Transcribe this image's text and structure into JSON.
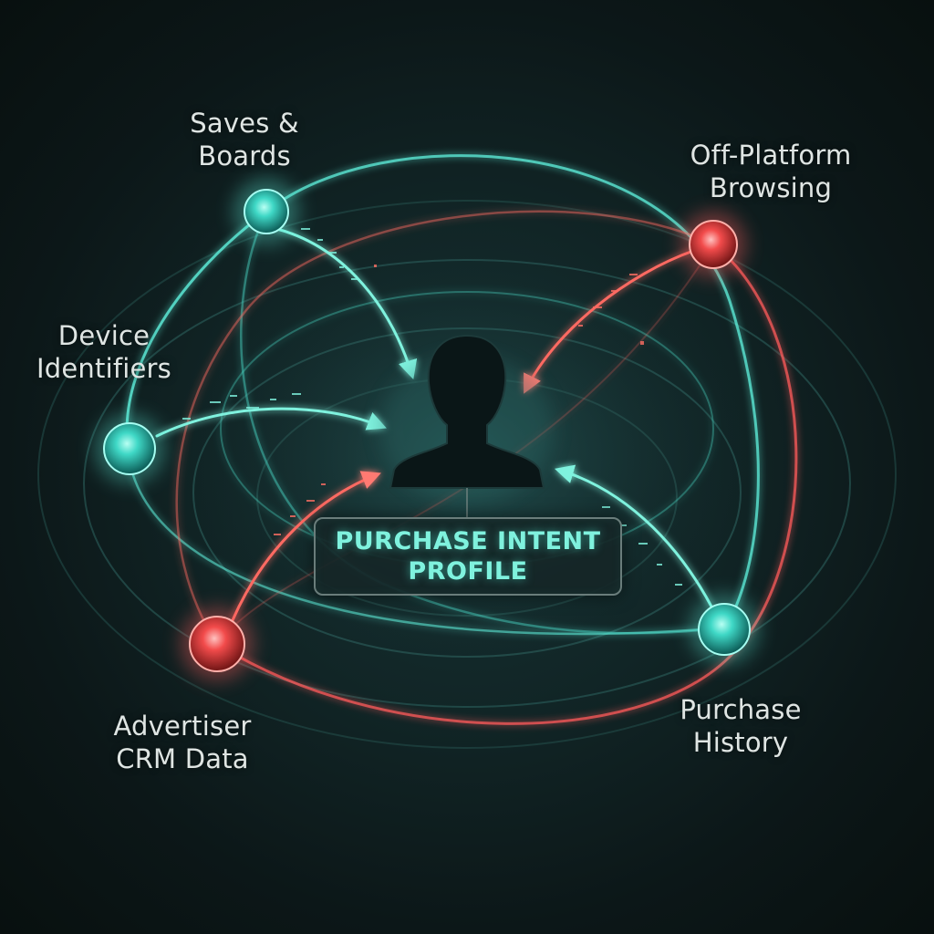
{
  "colors": {
    "teal": "#5ef0dc",
    "red": "#ff5a5a",
    "background": "#0d1a1b",
    "label_text": "#dfe5e3"
  },
  "center": {
    "icon": "person-silhouette-icon",
    "label_line1": "PURCHASE INTENT",
    "label_line2": "PROFILE"
  },
  "nodes": [
    {
      "id": "saves",
      "line1": "Saves &",
      "line2": "Boards",
      "color": "teal"
    },
    {
      "id": "off_platform",
      "line1": "Off-Platform",
      "line2": "Browsing",
      "color": "red"
    },
    {
      "id": "device",
      "line1": "Device",
      "line2": "Identifiers",
      "color": "teal"
    },
    {
      "id": "advertiser",
      "line1": "Advertiser",
      "line2": "CRM Data",
      "color": "red"
    },
    {
      "id": "purchase",
      "line1": "Purchase",
      "line2": "History",
      "color": "teal"
    }
  ]
}
